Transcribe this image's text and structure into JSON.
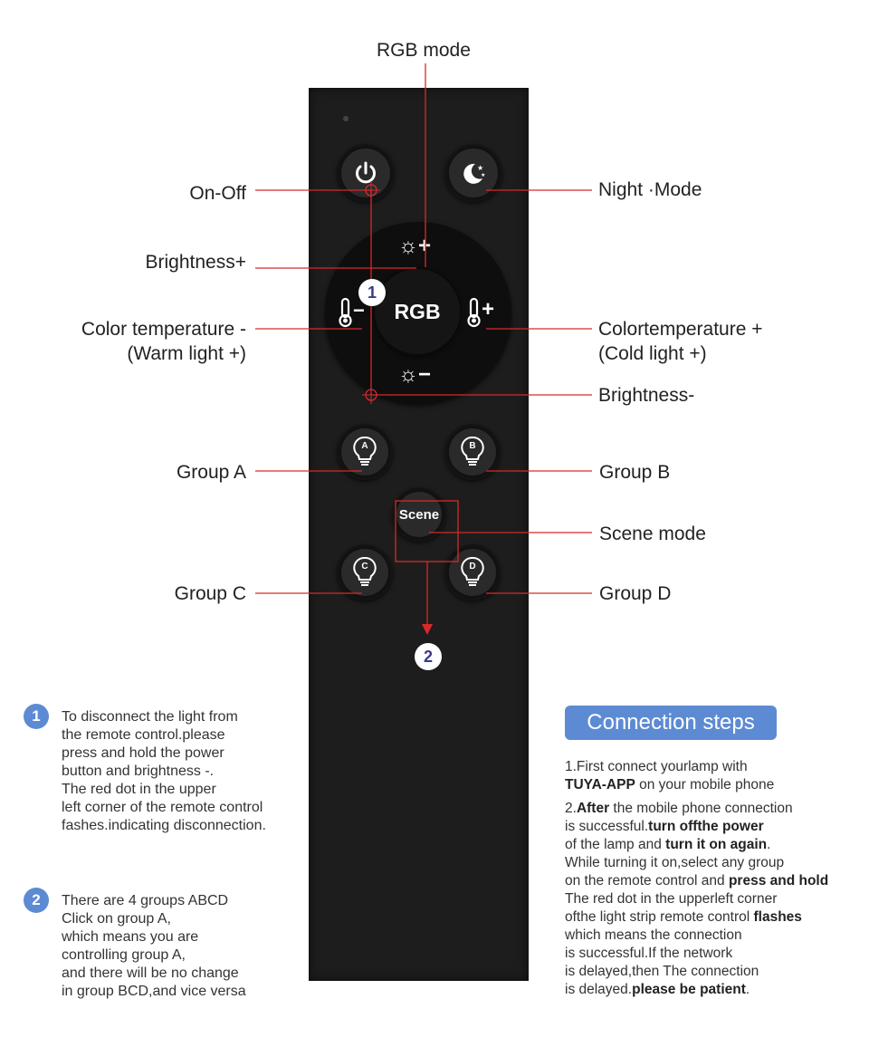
{
  "labels": {
    "rgb_mode": "RGB mode",
    "on_off": "On-Off",
    "night_mode": "Night ·Mode",
    "brightness_plus": "Brightness+",
    "color_temp_minus": "Color temperature -",
    "warm_light": "(Warm light +)",
    "color_temp_plus": "Colortemperature +",
    "cold_light": "(Cold light +)",
    "brightness_minus": "Brightness-",
    "group_a": "Group A",
    "group_b": "Group B",
    "scene_mode": "Scene mode",
    "group_c": "Group C",
    "group_d": "Group D"
  },
  "remote": {
    "rgb": "RGB",
    "scene": "Scene",
    "bulb_a": "A",
    "bulb_b": "B",
    "bulb_c": "C",
    "bulb_d": "D",
    "bright_up": "☼+",
    "bright_down": "☼−",
    "temp_down": "−",
    "temp_up": "+"
  },
  "markers": {
    "one": "1",
    "two": "2"
  },
  "note1": {
    "num": "1",
    "lines": [
      "To disconnect the light from",
      "the remote control.please",
      "press and hold the power",
      "button and brightness -.",
      "The red dot in the upper",
      "left corner of the remote control",
      "fashes.indicating disconnection."
    ]
  },
  "note2": {
    "num": "2",
    "lines": [
      "There are 4 groups ABCD",
      "Click on group A,",
      "which means you are",
      "controlling group A,",
      "and there will be no change",
      "in group BCD,and vice versa"
    ]
  },
  "steps": {
    "title": "Connection steps",
    "s1_a": "1.First connect yourlamp with",
    "s1_b1": "TUYA-APP",
    "s1_b2": " on your mobile phone",
    "s2_l1a": "2.",
    "s2_l1b": "After",
    "s2_l1c": " the mobile phone connection",
    "s2_l2a": "is successful.",
    "s2_l2b": "turn offthe power",
    "s2_l3a": "of the lamp and ",
    "s2_l3b": "turn it on again",
    "s2_l3c": ".",
    "s2_l4": "While turning it on,select any group",
    "s2_l5a": "on the remote control and ",
    "s2_l5b": "press and hold",
    "s2_l6": "The red dot in the upperleft corner",
    "s2_l7a": "ofthe light strip remote control ",
    "s2_l7b": "flashes",
    "s2_l8": "which means the connection",
    "s2_l9": "is successful.If the network",
    "s2_l10": "is delayed,then The connection",
    "s2_l11a": "is delayed.",
    "s2_l11b": "please be patient",
    "s2_l11c": "."
  },
  "colors": {
    "accent": "#5d8bd3",
    "pointer": "#d62a2a",
    "remote": "#1d1d1d"
  }
}
